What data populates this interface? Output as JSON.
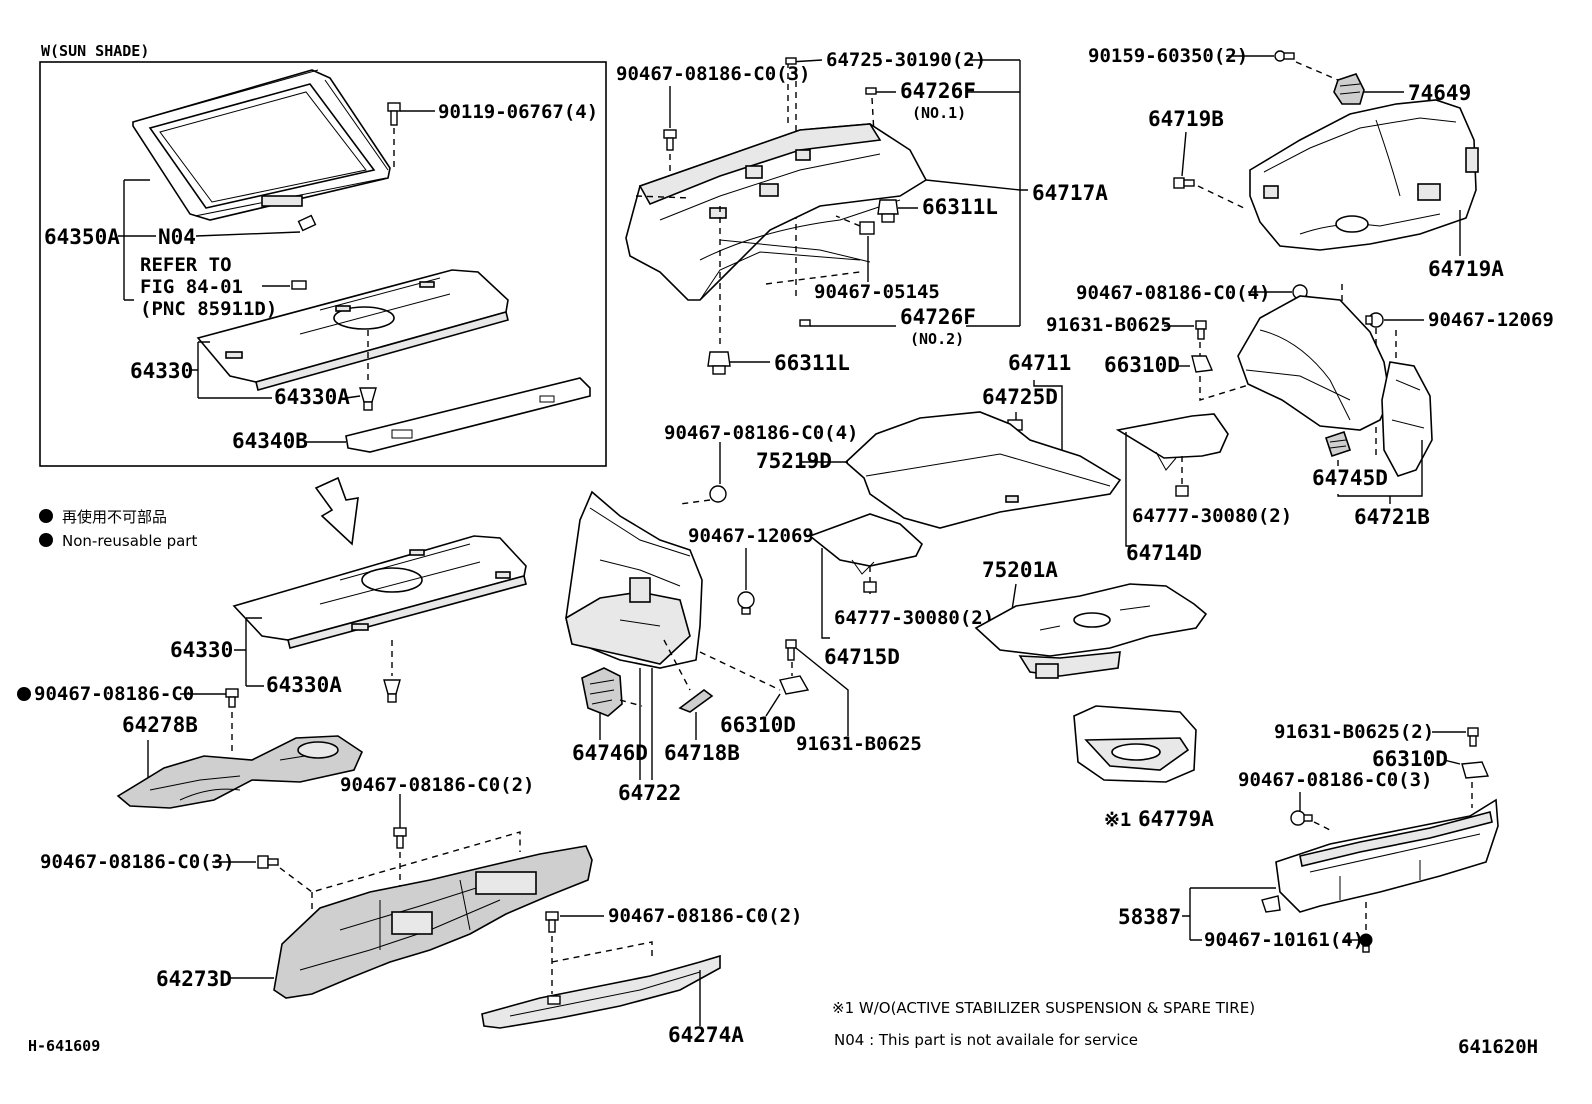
{
  "inset_title": "W(SUN SHADE)",
  "refer": {
    "line1": "REFER TO",
    "line2": "FIG 84-01",
    "line3": "(PNC 85911D)"
  },
  "legend": {
    "jp": "再使用不可部品",
    "en": "Non-reusable part",
    "bullet_color": "#000000"
  },
  "labels": {
    "p90119_06767": "90119-06767(4)",
    "p64350A": "64350A",
    "pN04": "N04",
    "p64330_top": "64330",
    "p64330A_top": "64330A",
    "p64340B": "64340B",
    "p64330": "64330",
    "p64330A": "64330A",
    "p90467_08186_C0_mark": "90467-08186-C0",
    "p64278B": "64278B",
    "p90467_08186_C0_2a": "90467-08186-C0(2)",
    "p90467_08186_C0_3a": "90467-08186-C0(3)",
    "p64273D": "64273D",
    "p90467_08186_C0_2b": "90467-08186-C0(2)",
    "p64274A": "64274A",
    "p90467_08186_C0_3top": "90467-08186-C0(3)",
    "p64725_30190": "64725-30190(2)",
    "p64726F_1": "64726F",
    "p64726F_1_sub": "(NO.1)",
    "p64717A": "64717A",
    "p66311L_a": "66311L",
    "p90467_05145": "90467-05145",
    "p64726F_2": "64726F",
    "p64726F_2_sub": "(NO.2)",
    "p66311L_b": "66311L",
    "p90159_60350": "90159-60350(2)",
    "p74649": "74649",
    "p64719B": "64719B",
    "p64719A": "64719A",
    "p90467_08186_C0_4a": "90467-08186-C0(4)",
    "p90467_12069_a": "90467-12069",
    "p91631_B0625_a": "91631-B0625",
    "p66310D_a": "66310D",
    "p64711": "64711",
    "p64725D": "64725D",
    "p90467_08186_C0_4b": "90467-08186-C0(4)",
    "p75219D": "75219D",
    "p64745D": "64745D",
    "p64721B": "64721B",
    "p64777_30080_a": "64777-30080(2)",
    "p64714D": "64714D",
    "p90467_12069_b": "90467-12069",
    "p75201A": "75201A",
    "p64777_30080_b": "64777-30080(2)",
    "p64715D": "64715D",
    "p66310D_b": "66310D",
    "p91631_B0625_b": "91631-B0625",
    "p64746D": "64746D",
    "p64718B": "64718B",
    "p64722": "64722",
    "p64779A_mark": "※1",
    "p64779A": "64779A",
    "p91631_B0625_2": "91631-B0625(2)",
    "p66310D_c": "66310D",
    "p90467_08186_C0_3b": "90467-08186-C0(3)",
    "p58387": "58387",
    "p90467_10161": "90467-10161(4)"
  },
  "notes": {
    "note1": "※1 W/O(ACTIVE STABILIZER SUSPENSION & SPARE TIRE)",
    "note2": "N04 : This part is not availale for service"
  },
  "footer": {
    "left": "H-641609",
    "right": "641620H"
  }
}
